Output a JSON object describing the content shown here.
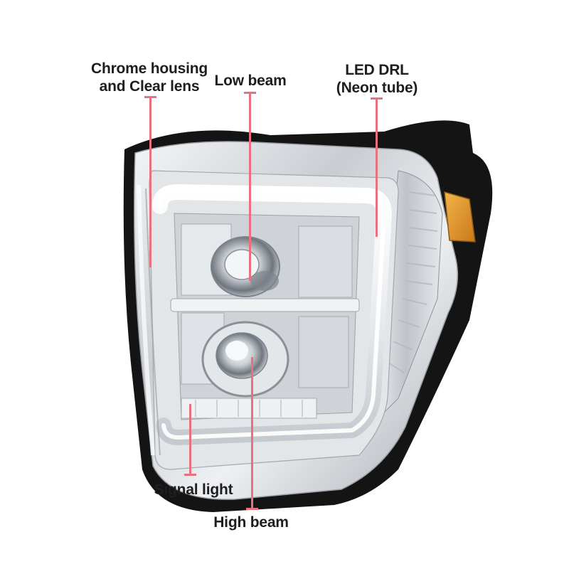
{
  "callouts": {
    "chrome_housing": {
      "line1": "Chrome housing",
      "line2": "and Clear lens"
    },
    "low_beam": {
      "label": "Low beam"
    },
    "led_drl": {
      "line1": "LED DRL",
      "line2": "(Neon tube)"
    },
    "signal_light": {
      "label": "Signal light"
    },
    "high_beam": {
      "label": "High beam"
    }
  },
  "colors": {
    "leader_line": "#e8707f",
    "label_text": "#1e1e1e",
    "housing_black": "#141414",
    "chrome": "#d9dde1",
    "amber_reflector": "#e39a2a",
    "background": "#ffffff"
  }
}
